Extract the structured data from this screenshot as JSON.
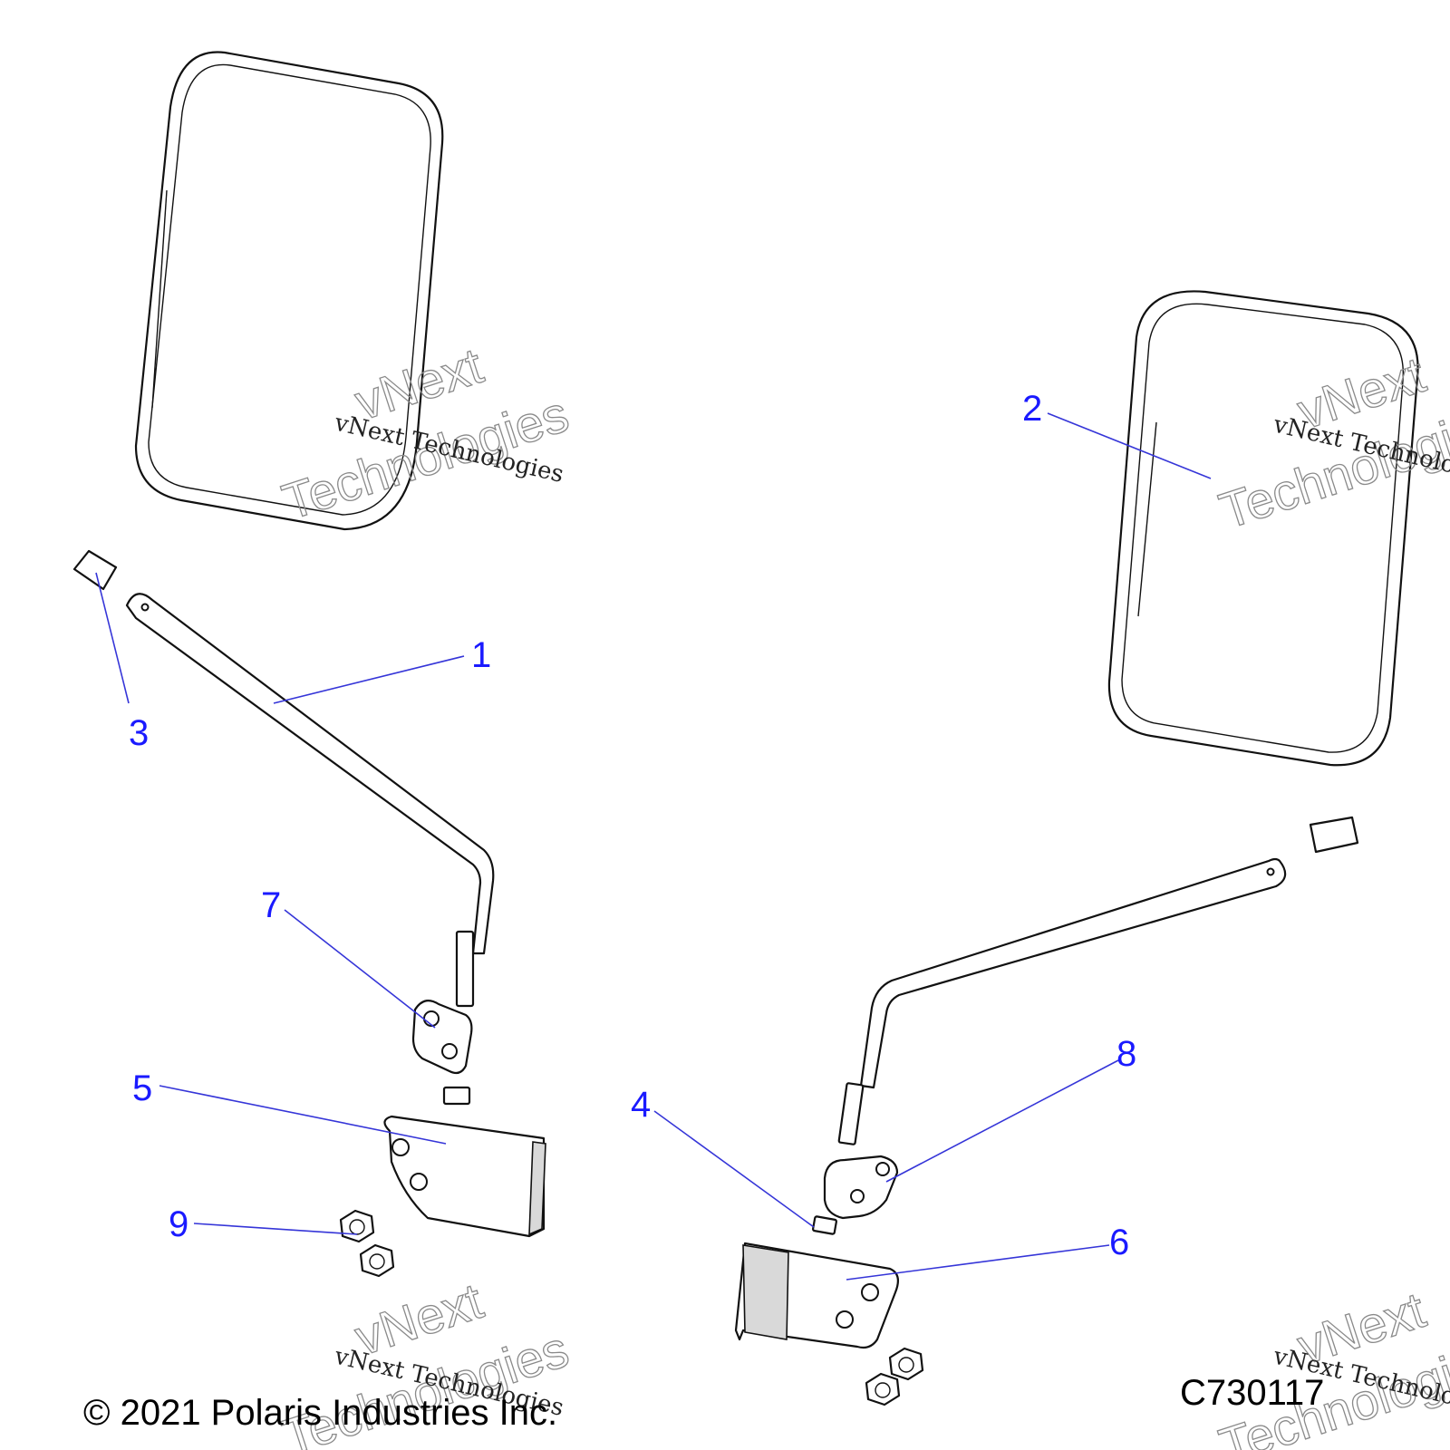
{
  "footer": {
    "copyright": "© 2021 Polaris Industries Inc.",
    "diagram_id": "C730117"
  },
  "watermark": {
    "line1": "vNext",
    "line2": "Technologies",
    "small": "vNext Technologies"
  },
  "callouts": {
    "c1": "1",
    "c2": "2",
    "c3": "3",
    "c4": "4",
    "c5": "5",
    "c6": "6",
    "c7": "7",
    "c8": "8",
    "c9": "9"
  },
  "colors": {
    "callout": "#1a1aff",
    "leader": "#3535d8",
    "line_art": "#111111",
    "watermark": "#8a8a8a"
  }
}
